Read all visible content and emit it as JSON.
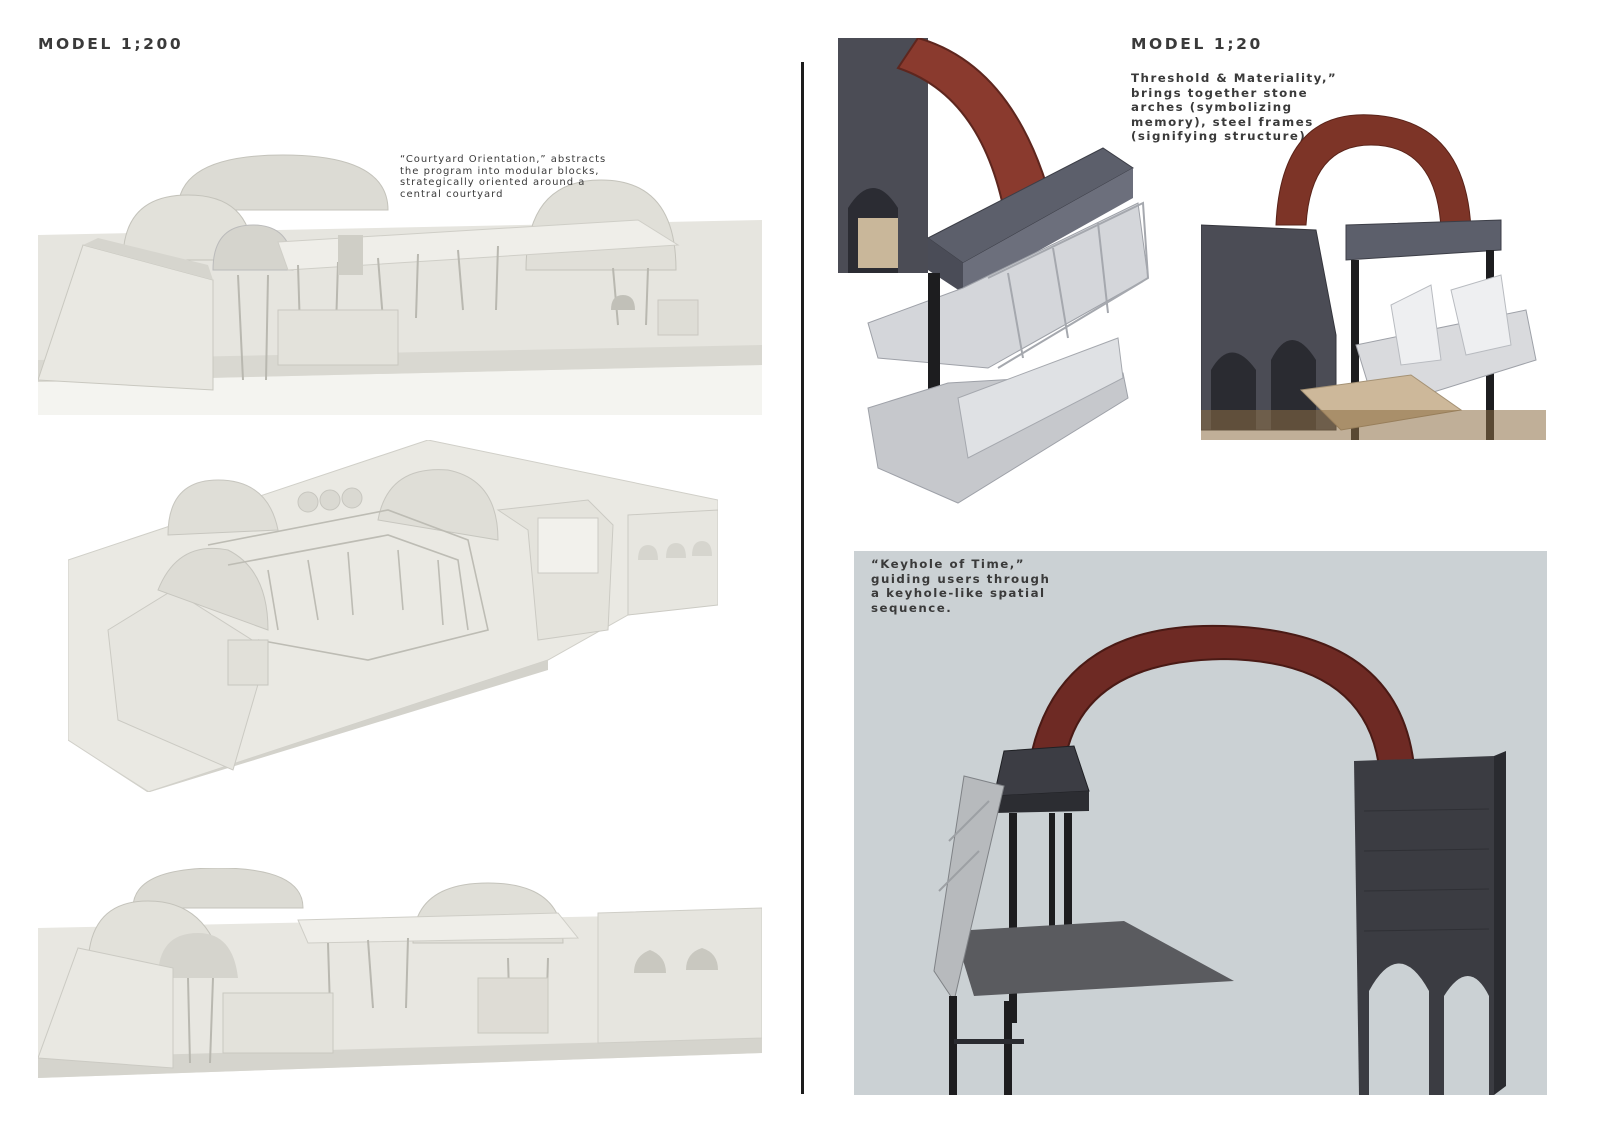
{
  "left_panel": {
    "heading": "MODEL 1;200",
    "caption": "“Courtyard Orientation,” abstracts\nthe program into modular blocks,\nstrategically oriented around a\ncentral courtyard",
    "images": [
      {
        "subject": "white massing model, front elevation view"
      },
      {
        "subject": "white massing model, aerial view"
      },
      {
        "subject": "white massing model, long elevation view"
      }
    ]
  },
  "right_panel": {
    "heading": "MODEL 1;20",
    "caption_top": "Threshold & Materiality,”\nbrings together stone\narches (symbolizing\nmemory), steel frames\n(signifying structure)",
    "caption_bottom": "“Keyhole of Time,”\nguiding users through\na keyhole-like spatial\nsequence.",
    "images": [
      {
        "subject": "red arch on steel frame, close-up"
      },
      {
        "subject": "red arch spanning stone wall and steel frame"
      },
      {
        "subject": "keyhole arch model on grey background"
      }
    ]
  },
  "colors": {
    "model_white": "#e8e7e1",
    "arch_red": "#8a3a2e",
    "stone_dark": "#4b4c55",
    "steel_black": "#1d1d1f",
    "backdrop_grey": "#cbd1d4"
  }
}
